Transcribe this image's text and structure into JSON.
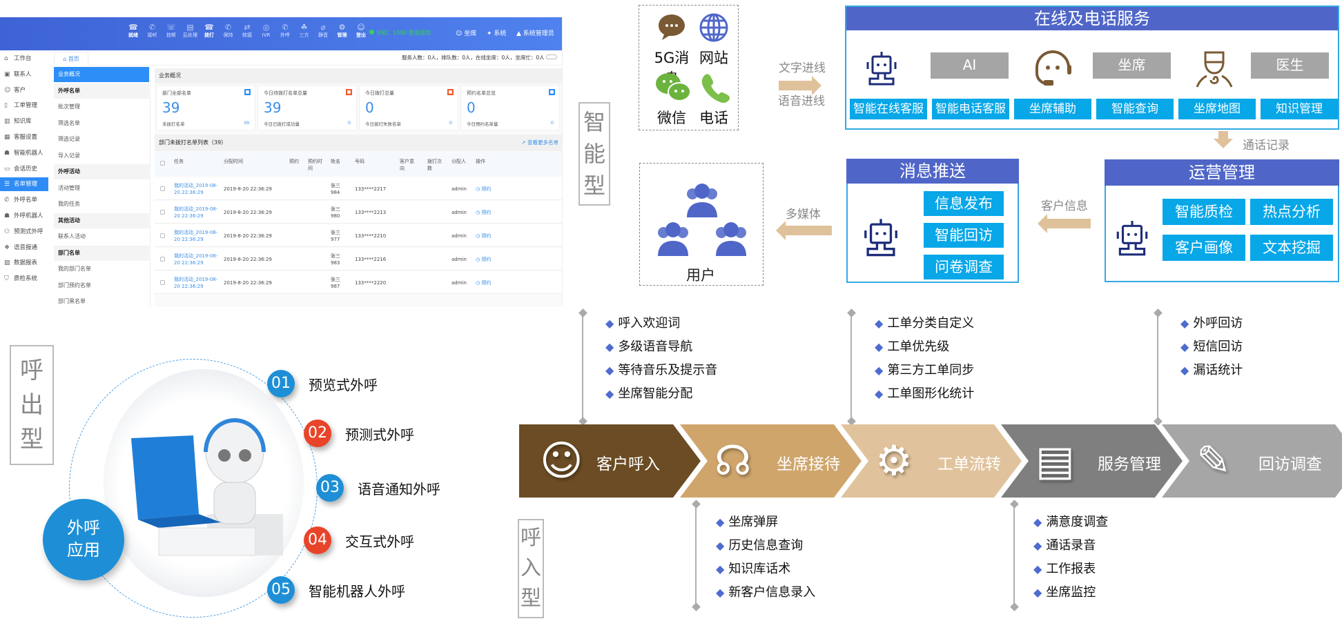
{
  "screenshot": {
    "toolbar": [
      {
        "label": "就绪",
        "icon": "phone-ready-icon",
        "active": true
      },
      {
        "label": "接听",
        "icon": "phone-answer-icon",
        "active": false
      },
      {
        "label": "挂断",
        "icon": "phone-hangup-icon",
        "active": false
      },
      {
        "label": "后处理",
        "icon": "after-work-icon",
        "active": false
      },
      {
        "label": "拨打",
        "icon": "phone-dial-icon",
        "active": true
      },
      {
        "label": "保持",
        "icon": "phone-hold-icon",
        "active": false
      },
      {
        "label": "转接",
        "icon": "phone-transfer-icon",
        "active": false
      },
      {
        "label": "IVR",
        "icon": "ivr-icon",
        "active": false
      },
      {
        "label": "外呼",
        "icon": "phone-outbound-icon",
        "active": false
      },
      {
        "label": "三方",
        "icon": "conference-icon",
        "active": false
      },
      {
        "label": "静音",
        "icon": "mute-icon",
        "active": false
      },
      {
        "label": "管理",
        "icon": "gear-icon",
        "active": true
      },
      {
        "label": "登出",
        "icon": "user-logout-icon",
        "active": true
      }
    ],
    "extension_status": "分机：1000 登录成功",
    "top_right": [
      "坐席",
      "系统",
      "系统管理员"
    ],
    "left_nav": [
      {
        "label": "工作台",
        "icon": "home-icon"
      },
      {
        "label": "联系人",
        "icon": "contact-icon"
      },
      {
        "label": "客户",
        "icon": "customer-icon"
      },
      {
        "label": "工单管理",
        "icon": "ticket-icon"
      },
      {
        "label": "知识库",
        "icon": "book-icon"
      },
      {
        "label": "客服设置",
        "icon": "settings-icon"
      },
      {
        "label": "智能机器人",
        "icon": "robot-icon"
      },
      {
        "label": "会话历史",
        "icon": "chat-icon"
      },
      {
        "label": "名单管理",
        "icon": "list-icon",
        "active": true
      },
      {
        "label": "外呼名单",
        "icon": "phone-icon"
      },
      {
        "label": "外呼机器人",
        "icon": "robot-icon"
      },
      {
        "label": "预测式外呼",
        "icon": "group-icon"
      },
      {
        "label": "语音报通",
        "icon": "voice-icon"
      },
      {
        "label": "数据报表",
        "icon": "chart-icon"
      },
      {
        "label": "质检系统",
        "icon": "shield-icon"
      }
    ],
    "home_tab": "首页",
    "status_line": "服务人数：0人，排队数：0人，在线坐席：0人，坐席忙：0人",
    "sub_nav": [
      {
        "label": "业务概况",
        "type": "active"
      },
      {
        "label": "外呼名单",
        "type": "group"
      },
      {
        "label": "批次管理",
        "type": "item"
      },
      {
        "label": "筛选名单",
        "type": "item"
      },
      {
        "label": "筛选记录",
        "type": "item"
      },
      {
        "label": "导入记录",
        "type": "item"
      },
      {
        "label": "外呼活动",
        "type": "group"
      },
      {
        "label": "活动管理",
        "type": "item"
      },
      {
        "label": "我的任务",
        "type": "item"
      },
      {
        "label": "其他活动",
        "type": "group"
      },
      {
        "label": "联系人活动",
        "type": "item"
      },
      {
        "label": "部门名单",
        "type": "group"
      },
      {
        "label": "我的部门名单",
        "type": "item"
      },
      {
        "label": "部门预约名单",
        "type": "item"
      },
      {
        "label": "部门黑名单",
        "type": "item"
      }
    ],
    "section_title": "业务概况",
    "cards": [
      {
        "title": "部门全部名单",
        "badge_color": "#2e8ef7",
        "value": "39",
        "sub": "未拨打名单",
        "sub_value": "39"
      },
      {
        "title": "今日待拨打名单总量",
        "badge_color": "#f0592a",
        "value": "39",
        "sub": "今日已拨打成功量",
        "sub_value": "0"
      },
      {
        "title": "今日拨打总量",
        "badge_color": "#f0592a",
        "value": "0",
        "sub": "今日拨打失败名单",
        "sub_value": "0"
      },
      {
        "title": "预约名单总览",
        "badge_color": "#2e8ef7",
        "value": "0",
        "sub": "今日预约名单量",
        "sub_value": "0"
      }
    ],
    "list_title": "部门未拨打名单列表（39）",
    "more_link": "查看更多名单",
    "columns": [
      "任务",
      "分配时间",
      "预约",
      "预约时间",
      "姓名",
      "号码",
      "客户意向",
      "拨打次数",
      "分配人",
      "操作"
    ],
    "rows": [
      {
        "task": "我的活动_2019-08-20 22:36:29",
        "time": "2019-8-20 22:36:29",
        "name": "张三984",
        "phone": "133****2217",
        "assignee": "admin",
        "action": "预约"
      },
      {
        "task": "我的活动_2019-08-20 22:36:29",
        "time": "2019-8-20 22:36:29",
        "name": "张三980",
        "phone": "133****2213",
        "assignee": "admin",
        "action": "预约"
      },
      {
        "task": "我的活动_2019-08-20 22:36:29",
        "time": "2019-8-20 22:36:29",
        "name": "张三977",
        "phone": "133****2210",
        "assignee": "admin",
        "action": "预约"
      },
      {
        "task": "我的活动_2019-08-20 22:36:29",
        "time": "2019-8-20 22:36:29",
        "name": "张三983",
        "phone": "133****2216",
        "assignee": "admin",
        "action": "预约"
      },
      {
        "task": "我的活动_2019-08-20 22:36:29",
        "time": "2019-8-20 22:36:29",
        "name": "张三987",
        "phone": "133****2220",
        "assignee": "admin",
        "action": "预约"
      }
    ]
  },
  "smart": {
    "side_label": "智\n能\n型",
    "channels": [
      {
        "label": "5G消息",
        "icon": "chat-bubble-icon",
        "color": "#7a5a34"
      },
      {
        "label": "网站",
        "icon": "globe-icon",
        "color": "#4f66c8"
      },
      {
        "label": "微信",
        "icon": "wechat-icon",
        "color": "#6cb33e"
      },
      {
        "label": "电话",
        "icon": "phone-icon",
        "color": "#7cbf4b"
      }
    ],
    "arrow_in_top": "文字进线",
    "arrow_in_bottom": "语音进线",
    "online_service": {
      "title": "在线及电话服务",
      "roles": [
        {
          "label": "AI",
          "icon": "robot-icon"
        },
        {
          "label": "坐席",
          "icon": "headset-agent-icon"
        },
        {
          "label": "医生",
          "icon": "doctor-icon"
        }
      ],
      "functions": [
        "智能在线客服",
        "智能电话客服",
        "坐席辅助",
        "智能查询",
        "坐席地图",
        "知识管理"
      ]
    },
    "call_record_label": "通话记录",
    "operations": {
      "title": "运营管理",
      "functions": [
        "智能质检",
        "热点分析",
        "客户画像",
        "文本挖掘"
      ]
    },
    "customer_info_label": "客户信息",
    "message_push": {
      "title": "消息推送",
      "functions": [
        "信息发布",
        "智能回访",
        "问卷调查"
      ]
    },
    "multimedia_label": "多媒体",
    "users_label": "用户"
  },
  "outbound": {
    "side_label": "呼\n出\n型",
    "core_label": "外呼\n应用",
    "items": [
      {
        "num": "01",
        "label": "预览式外呼",
        "color": "blue"
      },
      {
        "num": "02",
        "label": "预测式外呼",
        "color": "red"
      },
      {
        "num": "03",
        "label": "语音通知外呼",
        "color": "blue"
      },
      {
        "num": "04",
        "label": "交互式外呼",
        "color": "red"
      },
      {
        "num": "05",
        "label": "智能机器人外呼",
        "color": "blue"
      }
    ]
  },
  "inbound": {
    "side_label": "呼\n入\n型",
    "stages": [
      {
        "label": "客户呼入",
        "icon": "customer-call-icon",
        "color": "#6b4c24"
      },
      {
        "label": "坐席接待",
        "icon": "headset-icon",
        "color": "#cfa56c"
      },
      {
        "label": "工单流转",
        "icon": "gear-worker-icon",
        "color": "#e0c39c"
      },
      {
        "label": "服务管理",
        "icon": "presentation-icon",
        "color": "#7f7f7f"
      },
      {
        "label": "回访调查",
        "icon": "notepad-icon",
        "color": "#a6a6a6"
      }
    ],
    "top_lists": [
      [
        "呼入欢迎词",
        "多级语音导航",
        "等待音乐及提示音",
        "坐席智能分配"
      ],
      [
        "工单分类自定义",
        "工单优先级",
        "第三方工单同步",
        "工单图形化统计"
      ],
      [
        "外呼回访",
        "短信回访",
        "漏话统计"
      ]
    ],
    "bottom_lists": [
      [
        "坐席弹屏",
        "历史信息查询",
        "知识库话术",
        "新客户信息录入"
      ],
      [
        "满意度调查",
        "通话录音",
        "工作报表",
        "坐席监控"
      ]
    ]
  }
}
